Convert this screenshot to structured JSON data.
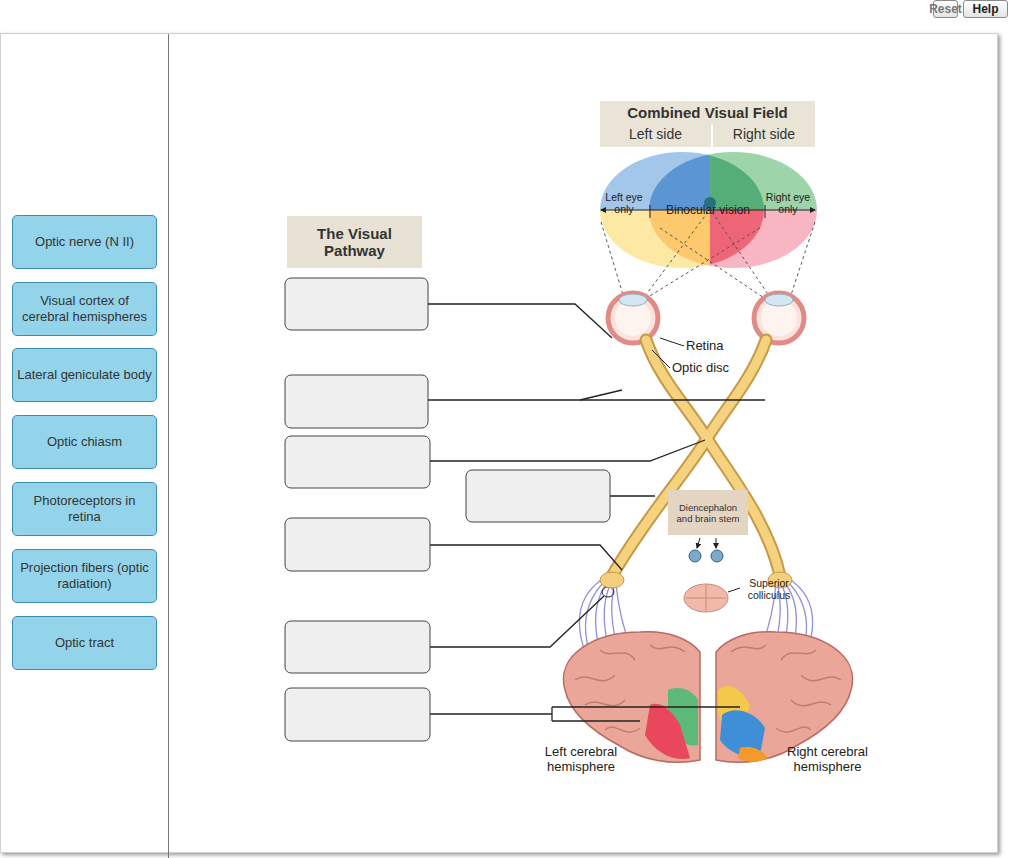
{
  "diagram": {
    "title": "The Visual Pathway",
    "nodes": [
      {
        "text": [
          "Reset"
        ]
      },
      {
        "text": [
          "Help"
        ]
      },
      {
        "text": [
          "Combined Visual Field",
          "Left side",
          "Right side"
        ]
      },
      {
        "text": [
          "Optic nerve (N II)"
        ]
      },
      {
        "text": [
          "Visual cortex of cerebral hemispheres"
        ]
      },
      {
        "text": [
          "Lateral geniculate body"
        ]
      },
      {
        "text": [
          "Optic chiasm"
        ]
      },
      {
        "text": [
          "Photoreceptors in retina"
        ]
      },
      {
        "text": [
          "Projection fibers (optic radiation)"
        ]
      },
      {
        "text": [
          "Optic tract"
        ]
      },
      {
        "text": [
          "Diencephalon and brain stem"
        ]
      }
    ],
    "labels": [
      "Left eye only",
      "Binocular vision",
      "Right eye only",
      "Retina",
      "Optic disc",
      "Superior colliculus",
      "Left cerebral hemisphere",
      "Right cerebral hemisphere"
    ]
  }
}
